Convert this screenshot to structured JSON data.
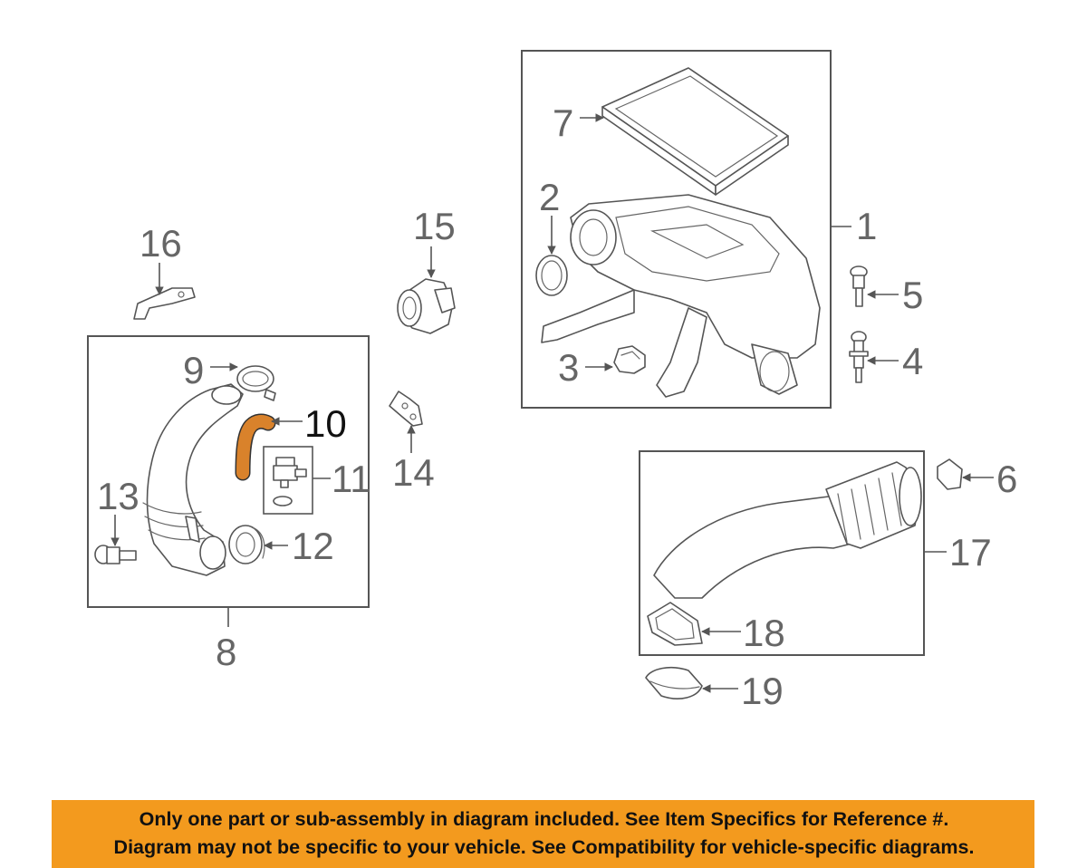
{
  "callouts": {
    "c1": "1",
    "c2": "2",
    "c3": "3",
    "c4": "4",
    "c5": "5",
    "c6": "6",
    "c7": "7",
    "c8": "8",
    "c9": "9",
    "c10": "10",
    "c11": "11",
    "c12": "12",
    "c13": "13",
    "c14": "14",
    "c15": "15",
    "c16": "16",
    "c17": "17",
    "c18": "18",
    "c19": "19"
  },
  "highlighted_part": "10",
  "colors": {
    "highlight": "#d9822b",
    "banner_background": "#f39a1e",
    "banner_text": "#111111",
    "line_art": "#555555"
  },
  "disclaimer": {
    "line1": "Only one part or sub-assembly in diagram included. See Item Specifics for Reference #.",
    "line2": "Diagram may not be specific to your vehicle. See Compatibility for vehicle-specific diagrams."
  }
}
